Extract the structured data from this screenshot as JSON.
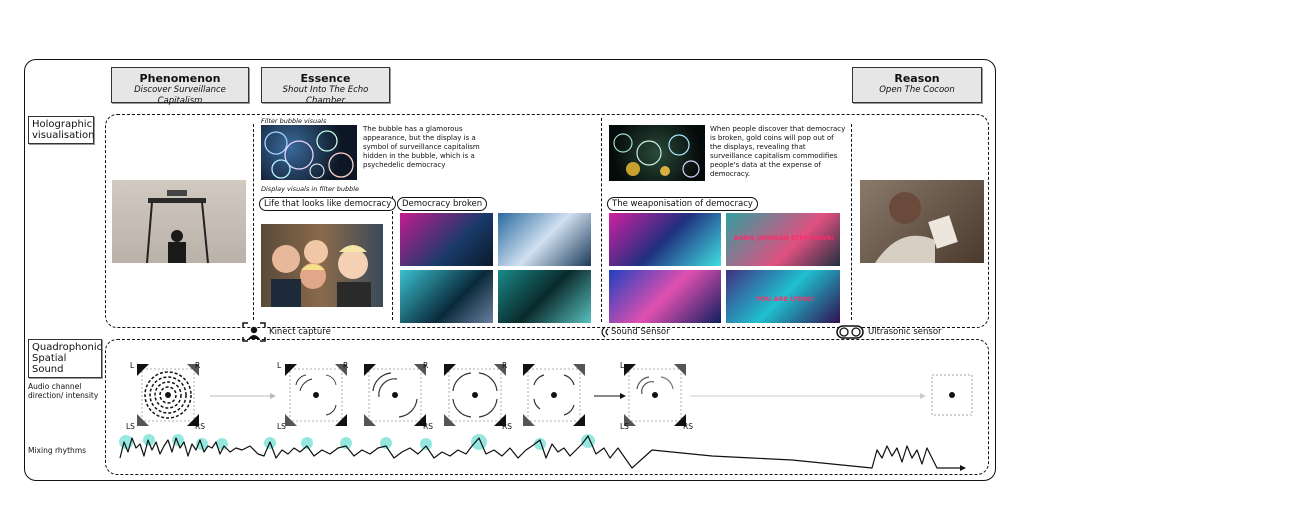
{
  "phases": [
    {
      "title": "Phenomenon",
      "subtitle": "Discover Surveillance Capitalism"
    },
    {
      "title": "Essence",
      "subtitle": "Shout Into The Echo Chamber"
    },
    {
      "title": "Reason",
      "subtitle": "Open The Cocoon"
    }
  ],
  "rows": {
    "holographic": "Holographic visualisation",
    "quadrophonic": "Quadrophonic Spatial Sound",
    "audio_channel": "Audio channel direction/ intensity",
    "mixing": "Mixing rhythms"
  },
  "essence": {
    "filter_bubble_label": "Filter bubble visuals",
    "bubble_text": "The bubble has a glamorous appearance, but the display is a symbol of surveillance capitalism hidden in the bubble, which is a psychedelic democracy",
    "display_label": "Display visuals in filter bubble",
    "life_title": "Life that looks like democracy",
    "broken_title": "Democracy broken"
  },
  "reason_section": {
    "coins_text": "When people discover that democracy is broken, gold coins will pop out of the displays, revealing that surveillance capitalism commodifies people's data at the expense of democracy.",
    "weapon_title": "The weaponisation of democracy",
    "overlay_1": "BORIS JOHNSON STEP DOWN!",
    "overlay_2": "YOU ARE LYING!"
  },
  "sensors": {
    "kinect": "Kinect capture",
    "sound": "Sound Sensor",
    "ultrasonic": "Ultrasonic sensor"
  },
  "speaker_labels": {
    "l": "L",
    "r": "R",
    "ls": "LS",
    "rs": "RS"
  },
  "colors": {
    "accent_cyan": "#3fd6c8",
    "ink": "#111111",
    "label_bg": "#e6e6e6"
  }
}
